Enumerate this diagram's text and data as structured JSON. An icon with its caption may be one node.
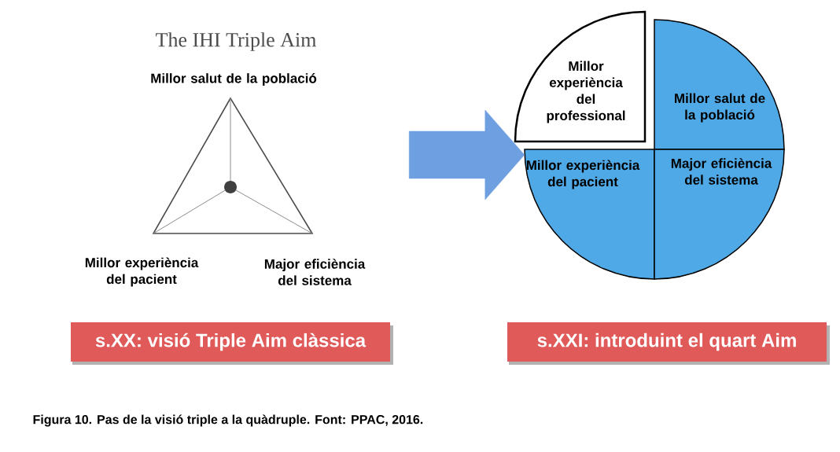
{
  "diagram": {
    "title": "The IHI Triple Aim",
    "caption": "Figura 10. Pas de la visió triple a la quàdruple. Font: PPAC, 2016.",
    "nodes": [
      {
        "text": [],
        "shape": "triangle",
        "beside": [
          "Millor salut de la població",
          "Millor experiència del pacient",
          "Major eficiència del sistema"
        ]
      },
      {
        "text": [
          "Millor experiència del professional"
        ]
      },
      {
        "text": [
          "Millor salut de la població"
        ]
      },
      {
        "text": [
          "Millor experiència del pacient"
        ]
      },
      {
        "text": [
          "Major eficiència del sistema"
        ]
      },
      {
        "text": [
          "s.XX: visió Triple Aim clàssica"
        ]
      },
      {
        "text": [
          "s.XXI: introduint el quart Aim"
        ]
      }
    ],
    "edges": [
      {
        "from": 0,
        "to": 3,
        "arrow": "to"
      }
    ]
  }
}
